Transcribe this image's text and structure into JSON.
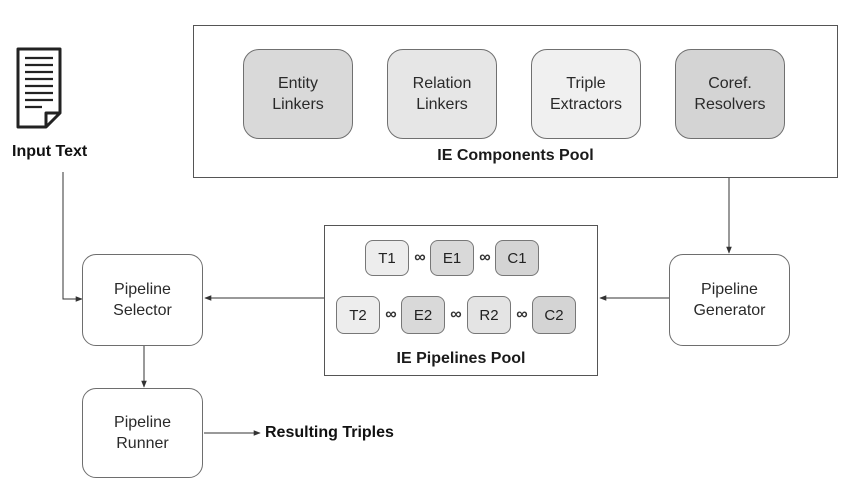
{
  "input": {
    "label": "Input Text",
    "icon": "document-icon"
  },
  "components_pool": {
    "title": "IE Components Pool",
    "items": [
      {
        "label": "Entity\nLinkers",
        "fill": "#d9d9d9"
      },
      {
        "label": "Relation\nLinkers",
        "fill": "#e6e6e6"
      },
      {
        "label": "Triple\nExtractors",
        "fill": "#f0f0f0"
      },
      {
        "label": "Coref.\nResolvers",
        "fill": "#d4d4d4"
      }
    ]
  },
  "pipelines_pool": {
    "title": "IE Pipelines Pool",
    "pipelines": [
      [
        {
          "label": "T1",
          "fill": "#ededed"
        },
        {
          "label": "E1",
          "fill": "#d9d9d9"
        },
        {
          "label": "C1",
          "fill": "#d4d4d4"
        }
      ],
      [
        {
          "label": "T2",
          "fill": "#ededed"
        },
        {
          "label": "E2",
          "fill": "#d9d9d9"
        },
        {
          "label": "R2",
          "fill": "#e4e4e4"
        },
        {
          "label": "C2",
          "fill": "#d4d4d4"
        }
      ]
    ],
    "link_glyph": "∞"
  },
  "nodes": {
    "selector": "Pipeline\nSelector",
    "generator": "Pipeline\nGenerator",
    "runner": "Pipeline\nRunner"
  },
  "output": {
    "label": "Resulting Triples"
  }
}
